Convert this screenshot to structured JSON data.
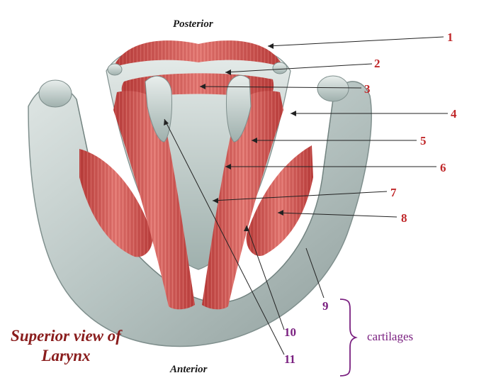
{
  "orientation": {
    "top": "Posterior",
    "bottom": "Anterior"
  },
  "title": {
    "line1": "Superior view of",
    "line2": "Larynx"
  },
  "labels": [
    "1",
    "2",
    "3",
    "4",
    "5",
    "6",
    "7",
    "8",
    "9",
    "10",
    "11"
  ],
  "group": {
    "text": "cartilages"
  },
  "colors": {
    "label_red": "#c0282a",
    "label_purple": "#7a2080",
    "title": "#8a1d1d",
    "cartilage": "#b9c6c4",
    "muscle": "#d55a57"
  }
}
